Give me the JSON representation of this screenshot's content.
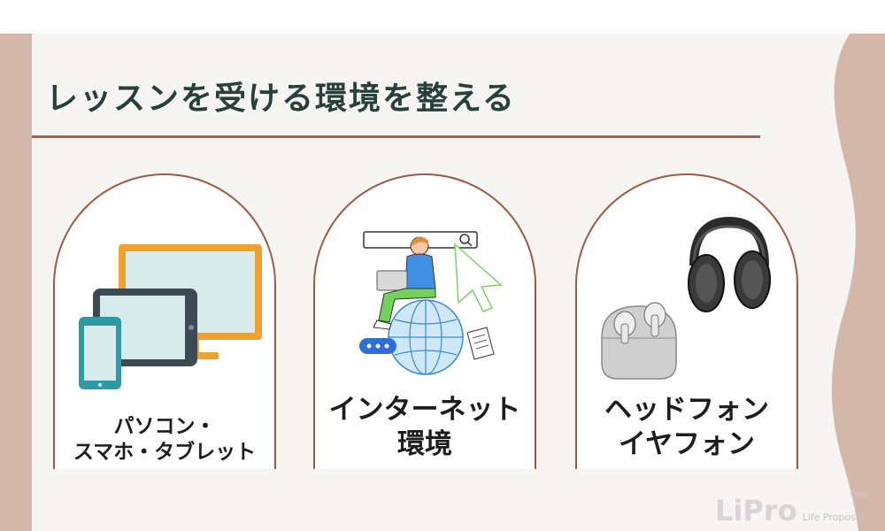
{
  "title": "レッスンを受ける環境を整える",
  "cards": [
    {
      "line1": "パソコン・",
      "line2": "スマホ・タブレット",
      "icon": "devices-illustration"
    },
    {
      "line1": "インターネット",
      "line2": "環境",
      "icon": "internet-illustration"
    },
    {
      "line1": "ヘッドフォン",
      "line2": "イヤフォン",
      "icon": "headphones-illustration"
    }
  ],
  "logo": {
    "main": "LiPro",
    "sub": "Life Proposal",
    "tiny": "Child"
  },
  "colors": {
    "background": "#f6f5f2",
    "accent_bar": "#d3b7a9",
    "rule": "#a5614b",
    "title": "#27403c",
    "card_border": "#9c5a45"
  }
}
